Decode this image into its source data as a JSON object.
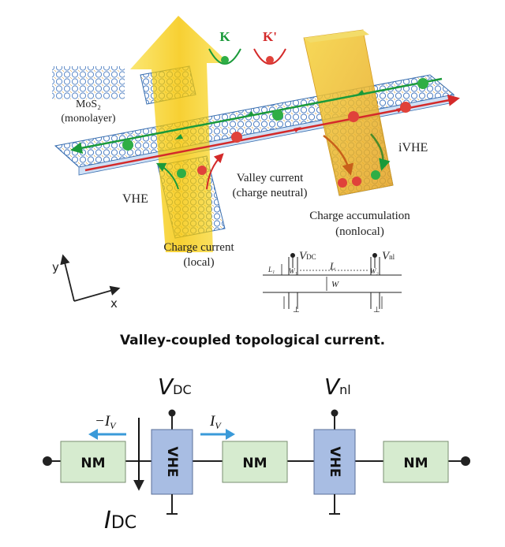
{
  "top_figure": {
    "material_label_line1": "MoS₂",
    "material_label_line2": "(monolayer)",
    "valley_k": "K",
    "valley_kprime": "K'",
    "vhe_label": "VHE",
    "ivhe_label": "iVHE",
    "valley_current_line1": "Valley current",
    "valley_current_line2": "(charge neutral)",
    "charge_accum_line1": "Charge accumulation",
    "charge_accum_line2": "(nonlocal)",
    "charge_current_line1": "Charge current",
    "charge_current_line2": "(local)",
    "axis_y": "y",
    "axis_x": "x",
    "colors": {
      "k_valley": "#1a9a3a",
      "kprime_valley": "#d42a2a",
      "charge_beam": "#f5c400",
      "lattice": "#3a6fb0"
    }
  },
  "inset": {
    "v_dc_main": "V",
    "v_dc_sub": "DC",
    "v_nl_main": "V",
    "v_nl_sub": "nl",
    "L": "L",
    "W": "W",
    "W1": "W₁",
    "W2": "W₂",
    "L1": "L₁"
  },
  "caption": "Valley-coupled topological current.",
  "circuit": {
    "nm_left": "NM",
    "nm_mid": "NM",
    "nm_right": "NM",
    "vhe_left": "VHE",
    "vhe_right": "VHE",
    "v_dc_main": "V",
    "v_dc_sub": "DC",
    "v_nl_main": "V",
    "v_nl_sub": "nl",
    "i_dc_main": "I",
    "i_dc_sub": "DC",
    "minus_iv": "−I",
    "iv": "I",
    "iv_sub": "V",
    "colors": {
      "nm_fill": "#d6ebcf",
      "vhe_fill": "#a8bde3",
      "arrow": "#3a9ad9"
    }
  }
}
